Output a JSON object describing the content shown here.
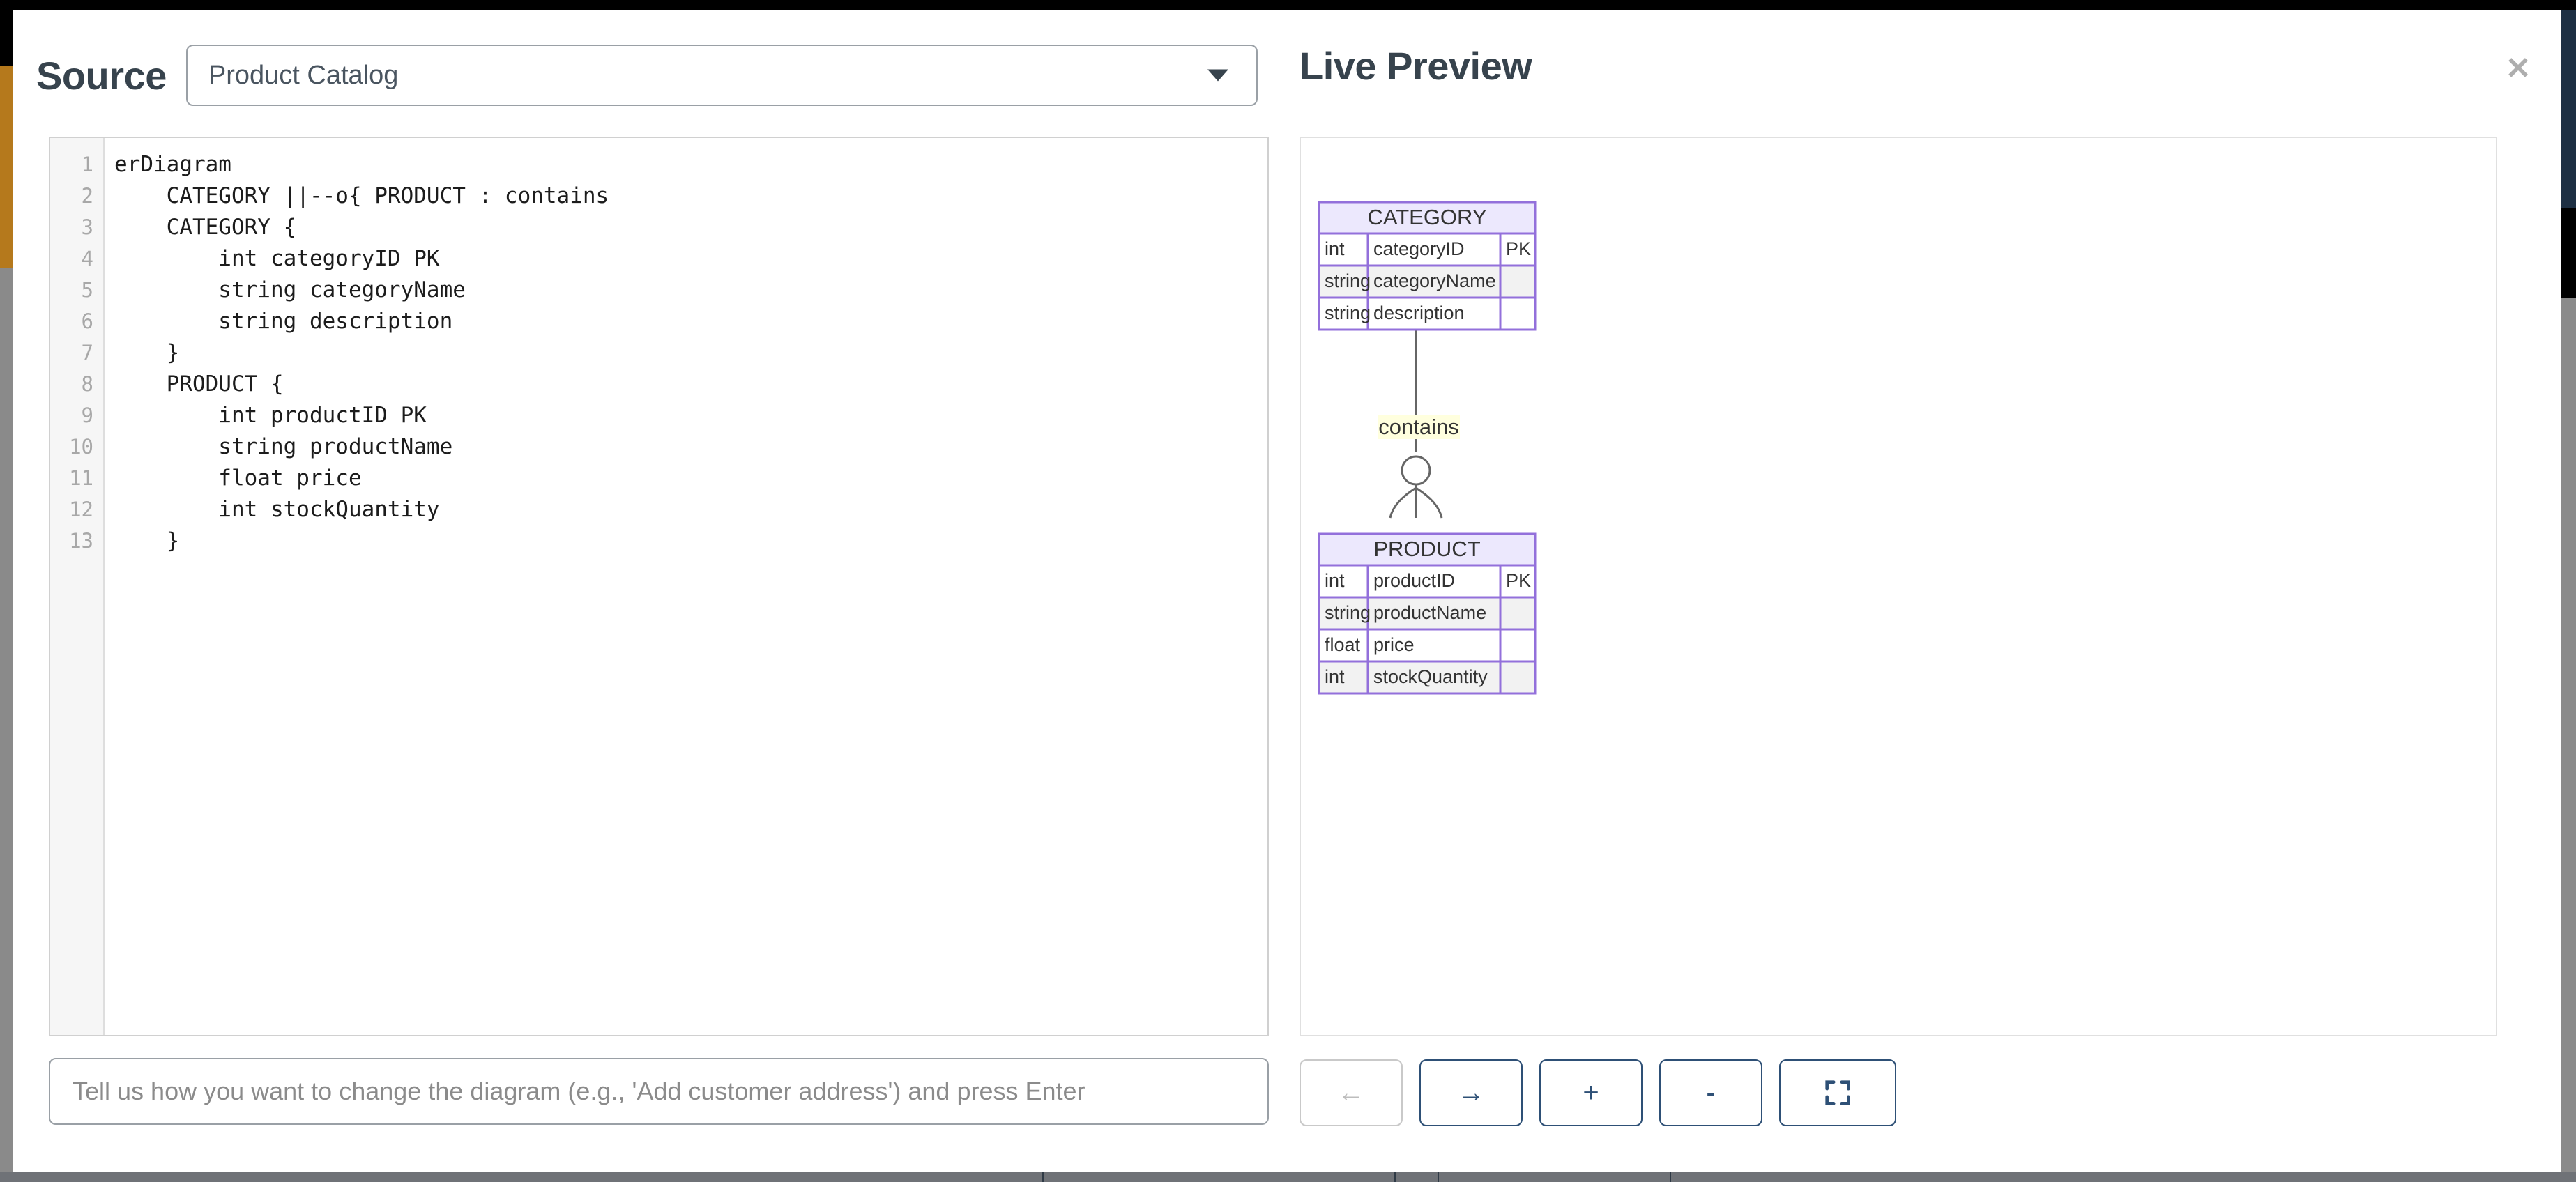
{
  "window": {
    "close_label": "✕"
  },
  "source": {
    "title": "Source",
    "selected_diagram": "Product Catalog",
    "caret_icon": "chevron-down-icon",
    "code_lines": [
      {
        "number": "1",
        "text": "erDiagram"
      },
      {
        "number": "2",
        "text": "    CATEGORY ||--o{ PRODUCT : contains"
      },
      {
        "number": "3",
        "text": "    CATEGORY {"
      },
      {
        "number": "4",
        "text": "        int categoryID PK"
      },
      {
        "number": "5",
        "text": "        string categoryName"
      },
      {
        "number": "6",
        "text": "        string description"
      },
      {
        "number": "7",
        "text": "    }"
      },
      {
        "number": "8",
        "text": "    PRODUCT {"
      },
      {
        "number": "9",
        "text": "        int productID PK"
      },
      {
        "number": "10",
        "text": "        string productName"
      },
      {
        "number": "11",
        "text": "        float price"
      },
      {
        "number": "12",
        "text": "        int stockQuantity"
      },
      {
        "number": "13",
        "text": "    }"
      }
    ]
  },
  "prompt": {
    "value": "",
    "placeholder": "Tell us how you want to change the diagram (e.g., 'Add customer address') and press Enter"
  },
  "preview": {
    "title": "Live Preview",
    "toolbar": [
      {
        "name": "undo-button",
        "icon": "arrow-left-icon",
        "label": "←",
        "disabled": true
      },
      {
        "name": "redo-button",
        "icon": "arrow-right-icon",
        "label": "→",
        "disabled": false
      },
      {
        "name": "zoom-in-button",
        "icon": "plus-icon",
        "label": "+",
        "disabled": false
      },
      {
        "name": "zoom-out-button",
        "icon": "minus-icon",
        "label": "-",
        "disabled": false
      },
      {
        "name": "fit-screen-button",
        "icon": "fit-screen-icon",
        "label": "",
        "disabled": false
      }
    ]
  },
  "diagram": {
    "type": "er-diagram",
    "colors": {
      "entity_border": "#9370DB",
      "entity_header_fill": "#ECE8FD",
      "row_alt_fill": "#F2F2F2",
      "row_fill": "#FFFFFF",
      "text": "#333333",
      "relationship_line": "#666666",
      "label_highlight": "#FFFFDE"
    },
    "entities": [
      {
        "name": "CATEGORY",
        "attributes": [
          {
            "type": "int",
            "field": "categoryID",
            "key": "PK"
          },
          {
            "type": "string",
            "field": "categoryName",
            "key": ""
          },
          {
            "type": "string",
            "field": "description",
            "key": ""
          }
        ]
      },
      {
        "name": "PRODUCT",
        "attributes": [
          {
            "type": "int",
            "field": "productID",
            "key": "PK"
          },
          {
            "type": "string",
            "field": "productName",
            "key": ""
          },
          {
            "type": "float",
            "field": "price",
            "key": ""
          },
          {
            "type": "int",
            "field": "stockQuantity",
            "key": ""
          }
        ]
      }
    ],
    "relationships": [
      {
        "from": "CATEGORY",
        "to": "PRODUCT",
        "label": "contains",
        "from_cardinality": "exactly-one",
        "to_cardinality": "zero-or-many",
        "notation": "||--o{"
      }
    ]
  }
}
